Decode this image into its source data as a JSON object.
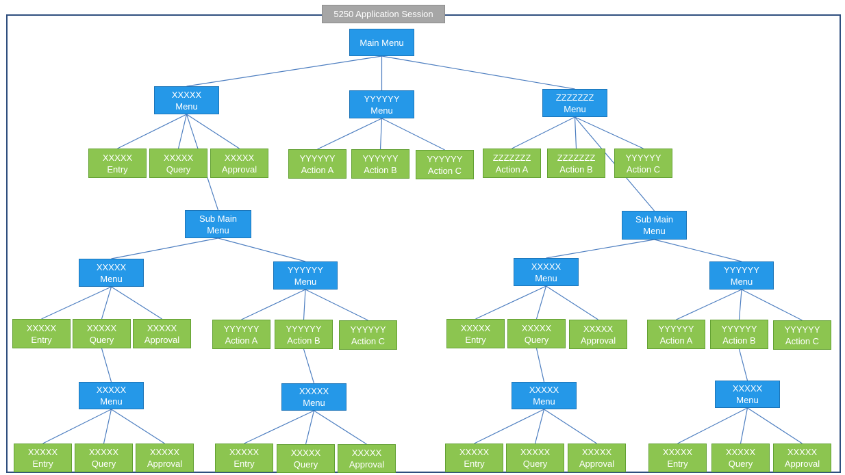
{
  "title": "5250 Application Session",
  "labels": {
    "main_menu": [
      "Main Menu"
    ],
    "xxxxx_menu": [
      "XXXXX",
      "Menu"
    ],
    "yyyyyy_menu": [
      "YYYYYY",
      "Menu"
    ],
    "zzzzzzz_menu": [
      "ZZZZZZZ",
      "Menu"
    ],
    "sub_main_menu": [
      "Sub Main",
      "Menu"
    ],
    "xxxxx_entry": [
      "XXXXX",
      "Entry"
    ],
    "xxxxx_query": [
      "XXXXX",
      "Query"
    ],
    "xxxxx_approval": [
      "XXXXX",
      "Approval"
    ],
    "yyyyyy_action_a": [
      "YYYYYY",
      "Action A"
    ],
    "yyyyyy_action_b": [
      "YYYYYY",
      "Action B"
    ],
    "yyyyyy_action_c": [
      "YYYYYY",
      "Action C"
    ],
    "zzzzzzz_action_a": [
      "ZZZZZZZ",
      "Action A"
    ],
    "zzzzzzz_action_b": [
      "ZZZZZZZ",
      "Action B"
    ]
  },
  "colors": {
    "menu_fill": "#2598E8",
    "menu_border": "#1B74B8",
    "action_fill": "#8CC550",
    "action_border": "#62A032",
    "connector": "#4D7EC0",
    "frame_border": "#2E4E7E",
    "title_fill": "#A6A6A6",
    "title_border": "#8C8C8C",
    "text": "#FFFFFF"
  },
  "hierarchy": {
    "label": "Main Menu",
    "children": [
      {
        "label": "XXXXX Menu",
        "children": [
          {
            "label": "XXXXX Entry"
          },
          {
            "label": "XXXXX Query"
          },
          {
            "label": "XXXXX Approval"
          },
          {
            "label": "Sub Main Menu",
            "children": [
              {
                "label": "XXXXX Menu",
                "children": [
                  {
                    "label": "XXXXX Entry"
                  },
                  {
                    "label": "XXXXX Query",
                    "children": [
                      {
                        "label": "XXXXX Menu",
                        "children": [
                          {
                            "label": "XXXXX Entry"
                          },
                          {
                            "label": "XXXXX Query"
                          },
                          {
                            "label": "XXXXX Approval"
                          }
                        ]
                      }
                    ]
                  },
                  {
                    "label": "XXXXX Approval"
                  }
                ]
              },
              {
                "label": "YYYYYY Menu",
                "children": [
                  {
                    "label": "YYYYYY Action A"
                  },
                  {
                    "label": "YYYYYY Action B",
                    "children": [
                      {
                        "label": "XXXXX Menu",
                        "children": [
                          {
                            "label": "XXXXX Entry"
                          },
                          {
                            "label": "XXXXX Query"
                          },
                          {
                            "label": "XXXXX Approval"
                          }
                        ]
                      }
                    ]
                  },
                  {
                    "label": "YYYYYY Action C"
                  }
                ]
              }
            ]
          }
        ]
      },
      {
        "label": "YYYYYY Menu",
        "children": [
          {
            "label": "YYYYYY Action A"
          },
          {
            "label": "YYYYYY Action B"
          },
          {
            "label": "YYYYYY Action C"
          }
        ]
      },
      {
        "label": "ZZZZZZZ Menu",
        "children": [
          {
            "label": "ZZZZZZZ Action A"
          },
          {
            "label": "ZZZZZZZ Action B"
          },
          {
            "label": "YYYYYY Action C"
          },
          {
            "label": "Sub Main Menu",
            "children": [
              {
                "label": "XXXXX Menu",
                "children": [
                  {
                    "label": "XXXXX Entry"
                  },
                  {
                    "label": "XXXXX Query",
                    "children": [
                      {
                        "label": "XXXXX Menu",
                        "children": [
                          {
                            "label": "XXXXX Entry"
                          },
                          {
                            "label": "XXXXX Query"
                          },
                          {
                            "label": "XXXXX Approval"
                          }
                        ]
                      }
                    ]
                  },
                  {
                    "label": "XXXXX Approval"
                  }
                ]
              },
              {
                "label": "YYYYYY Menu",
                "children": [
                  {
                    "label": "YYYYYY Action A"
                  },
                  {
                    "label": "YYYYYY Action B",
                    "children": [
                      {
                        "label": "XXXXX Menu",
                        "children": [
                          {
                            "label": "XXXXX Entry"
                          },
                          {
                            "label": "XXXXX Query"
                          },
                          {
                            "label": "XXXXX Approval"
                          }
                        ]
                      }
                    ]
                  },
                  {
                    "label": "YYYYYY Action C"
                  }
                ]
              }
            ]
          }
        ]
      }
    ]
  }
}
